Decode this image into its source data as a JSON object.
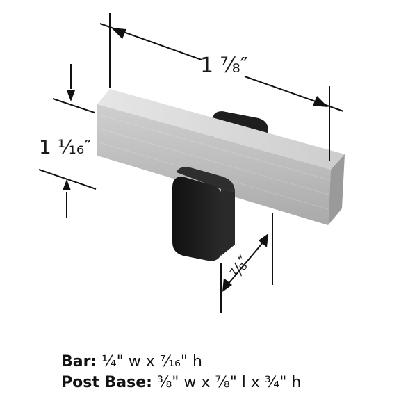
{
  "dimensions": {
    "length": "1 ⅞″",
    "height": "1 ¹⁄₁₆″",
    "depth": "⅞″"
  },
  "specs": {
    "bar_label": "Bar:",
    "bar_value": "¼\" w x ⁷⁄₁₆\" h",
    "post_label": "Post Base:",
    "post_value": "⅜\" w x ⅞\" l x ¾\" h"
  },
  "colors": {
    "bar_light": "#d6d6d6",
    "bar_mid": "#b9b9b9",
    "bar_dark": "#8e8e8e",
    "post": "#1c1c1c",
    "post_top": "#2c2c2c",
    "line": "#111111"
  }
}
